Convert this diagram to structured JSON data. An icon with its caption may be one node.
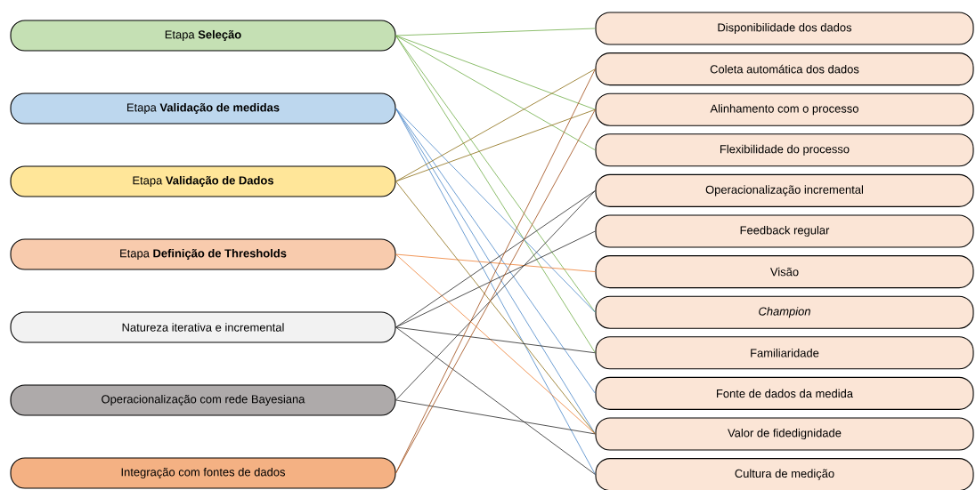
{
  "diagram": {
    "nodes": [
      {
        "text": [
          "Etapa **Seleção**"
        ]
      },
      {
        "text": [
          "Etapa **Validação de medidas**"
        ]
      },
      {
        "text": [
          "Etapa **Validação de Dados**"
        ]
      },
      {
        "text": [
          "Etapa **Definição de Thresholds**"
        ]
      },
      {
        "text": [
          "Natureza iterativa e incremental"
        ]
      },
      {
        "text": [
          "Operacionalização com rede Bayesiana"
        ]
      },
      {
        "text": [
          "Integração com fontes de dados"
        ]
      },
      {
        "text": [
          "Disponibilidade dos dados"
        ]
      },
      {
        "text": [
          "Coleta automática dos dados"
        ]
      },
      {
        "text": [
          "Alinhamento com o processo"
        ]
      },
      {
        "text": [
          "Flexibilidade do processo"
        ]
      },
      {
        "text": [
          "Operacionalização incremental"
        ]
      },
      {
        "text": [
          "Feedback regular"
        ]
      },
      {
        "text": [
          "Visão"
        ]
      },
      {
        "text": [
          "*Champion*"
        ]
      },
      {
        "text": [
          "Familiaridade"
        ]
      },
      {
        "text": [
          "Fonte de dados da medida"
        ]
      },
      {
        "text": [
          "Valor de fidedignidade"
        ]
      },
      {
        "text": [
          "Cultura de medição"
        ]
      }
    ],
    "edges": [
      {
        "from": 0,
        "to": 7,
        "arrow": "none",
        "color": "#70ad47"
      },
      {
        "from": 0,
        "to": 9,
        "arrow": "none",
        "color": "#70ad47"
      },
      {
        "from": 0,
        "to": 10,
        "arrow": "none",
        "color": "#70ad47"
      },
      {
        "from": 0,
        "to": 14,
        "arrow": "none",
        "color": "#70ad47"
      },
      {
        "from": 0,
        "to": 15,
        "arrow": "none",
        "color": "#70ad47"
      },
      {
        "from": 1,
        "to": 14,
        "arrow": "none",
        "color": "#4a86c8"
      },
      {
        "from": 1,
        "to": 16,
        "arrow": "none",
        "color": "#4a86c8"
      },
      {
        "from": 1,
        "to": 17,
        "arrow": "none",
        "color": "#4a86c8"
      },
      {
        "from": 1,
        "to": 18,
        "arrow": "none",
        "color": "#4a86c8"
      },
      {
        "from": 2,
        "to": 8,
        "arrow": "none",
        "color": "#8c6d14"
      },
      {
        "from": 2,
        "to": 9,
        "arrow": "none",
        "color": "#8c6d14"
      },
      {
        "from": 2,
        "to": 17,
        "arrow": "none",
        "color": "#8c6d14"
      },
      {
        "from": 3,
        "to": 13,
        "arrow": "none",
        "color": "#ed7d31"
      },
      {
        "from": 3,
        "to": 17,
        "arrow": "none",
        "color": "#ed7d31"
      },
      {
        "from": 4,
        "to": 11,
        "arrow": "none",
        "color": "#262626"
      },
      {
        "from": 4,
        "to": 12,
        "arrow": "none",
        "color": "#262626"
      },
      {
        "from": 4,
        "to": 15,
        "arrow": "none",
        "color": "#262626"
      },
      {
        "from": 4,
        "to": 18,
        "arrow": "none",
        "color": "#262626"
      },
      {
        "from": 5,
        "to": 11,
        "arrow": "none",
        "color": "#262626"
      },
      {
        "from": 5,
        "to": 17,
        "arrow": "none",
        "color": "#262626"
      },
      {
        "from": 6,
        "to": 8,
        "arrow": "none",
        "color": "#9e4a14"
      },
      {
        "from": 6,
        "to": 9,
        "arrow": "none",
        "color": "#9e4a14"
      }
    ]
  }
}
